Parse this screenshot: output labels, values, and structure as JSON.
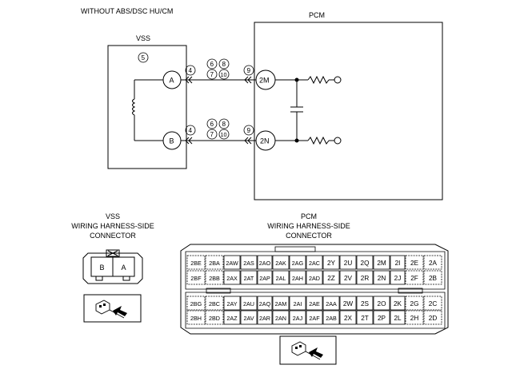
{
  "header": {
    "title": "WITHOUT ABS/DSC HU/CM"
  },
  "schematic": {
    "pcm_box_label": "PCM",
    "vss_box_label": "VSS",
    "vss_note": "5",
    "terminals": {
      "vss_a": "A",
      "vss_b": "B",
      "pcm_2m": "2M",
      "pcm_2n": "2N"
    },
    "line_a_notes": {
      "left": "4",
      "mid_top": "6",
      "mid_top2": "8",
      "mid_bot": "7",
      "mid_bot2": "10",
      "right": "9"
    },
    "line_b_notes": {
      "left": "4",
      "mid_top": "6",
      "mid_top2": "8",
      "mid_bot": "7",
      "mid_bot2": "10",
      "right": "9"
    }
  },
  "vss_connector": {
    "title_line1": "VSS",
    "title_line2": "WIRING HARNESS-SIDE",
    "title_line3": "CONNECTOR",
    "pin_left": "B",
    "pin_right": "A"
  },
  "pcm_connector": {
    "title_line1": "PCM",
    "title_line2": "WIRING HARNESS-SIDE",
    "title_line3": "CONNECTOR",
    "upper_rows": [
      [
        "2BE",
        "2BA",
        "2AW",
        "2AS",
        "2AO",
        "2AK",
        "2AG",
        "2AC",
        "2Y",
        "2U",
        "2Q",
        "2M",
        "2I",
        "2E",
        "2A"
      ],
      [
        "2BF",
        "2BB",
        "2AX",
        "2AT",
        "2AP",
        "2AL",
        "2AH",
        "2AD",
        "2Z",
        "2V",
        "2R",
        "2N",
        "2J",
        "2F",
        "2B"
      ]
    ],
    "lower_rows": [
      [
        "2BG",
        "2BC",
        "2AY",
        "2AU",
        "2AQ",
        "2AM",
        "2AI",
        "2AE",
        "2AA",
        "2W",
        "2S",
        "2O",
        "2K",
        "2G",
        "2C"
      ],
      [
        "2BH",
        "2BD",
        "2AZ",
        "2AV",
        "2AR",
        "2AN",
        "2AJ",
        "2AF",
        "2AB",
        "2X",
        "2T",
        "2P",
        "2L",
        "2H",
        "2D"
      ]
    ]
  }
}
